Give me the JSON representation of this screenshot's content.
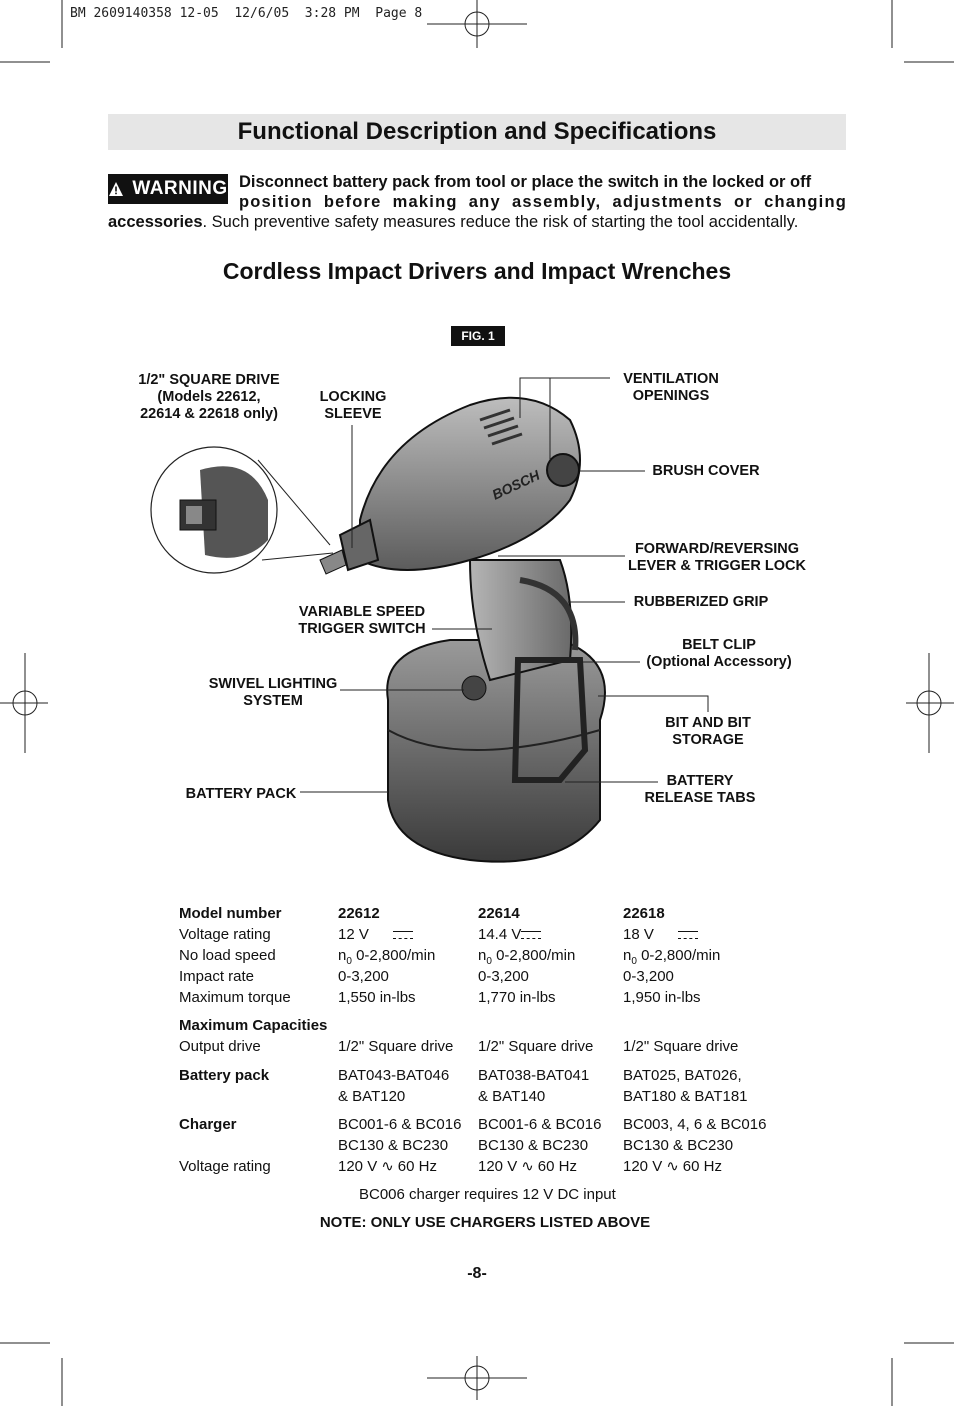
{
  "slug": "BM 2609140358 12-05  12/6/05  3:28 PM  Page 8",
  "section_title": "Functional Description and Specifications",
  "warning": {
    "badge": "WARNING",
    "line1": "Disconnect battery pack from tool or place the switch in the locked or off",
    "line2": "position before making any assembly, adjustments or changing",
    "line3_bold": "accessories",
    "line3_rest": ". Such preventive safety measures reduce the risk of starting the tool accidentally."
  },
  "subtitle": "Cordless Impact Drivers and Impact Wrenches",
  "figure": {
    "badge": "FIG. 1",
    "brand": "BOSCH",
    "labels": {
      "square_drive": [
        "1/2\" SQUARE DRIVE",
        "(Models 22612,",
        "22614 & 22618 only)"
      ],
      "locking_sleeve": [
        "LOCKING",
        "SLEEVE"
      ],
      "ventilation": [
        "VENTILATION",
        "OPENINGS"
      ],
      "brush_cover": [
        "BRUSH COVER"
      ],
      "forward_reversing": [
        "FORWARD/REVERSING",
        "LEVER & TRIGGER LOCK"
      ],
      "rubberized_grip": [
        "RUBBERIZED GRIP"
      ],
      "variable_speed": [
        "VARIABLE SPEED",
        "TRIGGER SWITCH"
      ],
      "belt_clip": [
        "BELT CLIP",
        "(Optional Accessory)"
      ],
      "swivel_lighting": [
        "SWIVEL LIGHTING",
        "SYSTEM"
      ],
      "bit_storage": [
        "BIT AND BIT",
        "STORAGE"
      ],
      "battery_pack": [
        "BATTERY PACK"
      ],
      "battery_release": [
        "BATTERY",
        "RELEASE TABS"
      ]
    }
  },
  "specs": {
    "header": {
      "label": "Model number",
      "m1": "22612",
      "m2": "22614",
      "m3": "22618"
    },
    "voltage": {
      "label": "Voltage rating",
      "m1": "12 V",
      "m2": "14.4 V",
      "m3": "18 V"
    },
    "no_load": {
      "label": "No load speed",
      "prefix": "n",
      "sub": "0",
      "m1": "0-2,800/min",
      "m2": "0-2,800/min",
      "m3": "0-2,800/min"
    },
    "impact": {
      "label": "Impact rate",
      "m1": "0-3,200",
      "m2": "0-3,200",
      "m3": "0-3,200"
    },
    "torque": {
      "label": "Maximum torque",
      "m1": "1,550 in-lbs",
      "m2": "1,770 in-lbs",
      "m3": "1,950 in-lbs"
    },
    "max_cap": {
      "label": "Maximum Capacities"
    },
    "output": {
      "label": "Output drive",
      "m1": "1/2\" Square drive",
      "m2": "1/2\" Square drive",
      "m3": "1/2\" Square drive"
    },
    "battery": {
      "label": "Battery pack",
      "m1a": "BAT043-BAT046",
      "m1b": "& BAT120",
      "m2a": "BAT038-BAT041",
      "m2b": "& BAT140",
      "m3a": "BAT025, BAT026,",
      "m3b": "BAT180 & BAT181"
    },
    "charger": {
      "label": "Charger",
      "m1a": "BC001-6 & BC016",
      "m1b": "BC130 & BC230",
      "m2a": "BC001-6 & BC016",
      "m2b": "BC130 & BC230",
      "m3a": "BC003, 4, 6 & BC016",
      "m3b": "BC130 & BC230"
    },
    "charger_voltage": {
      "label": "Voltage rating",
      "v": "120 V",
      "hz": "60 Hz"
    },
    "bc006_note": "BC006 charger requires 12 V DC input",
    "note": "NOTE: ONLY USE CHARGERS LISTED ABOVE"
  },
  "page_number": "-8-"
}
